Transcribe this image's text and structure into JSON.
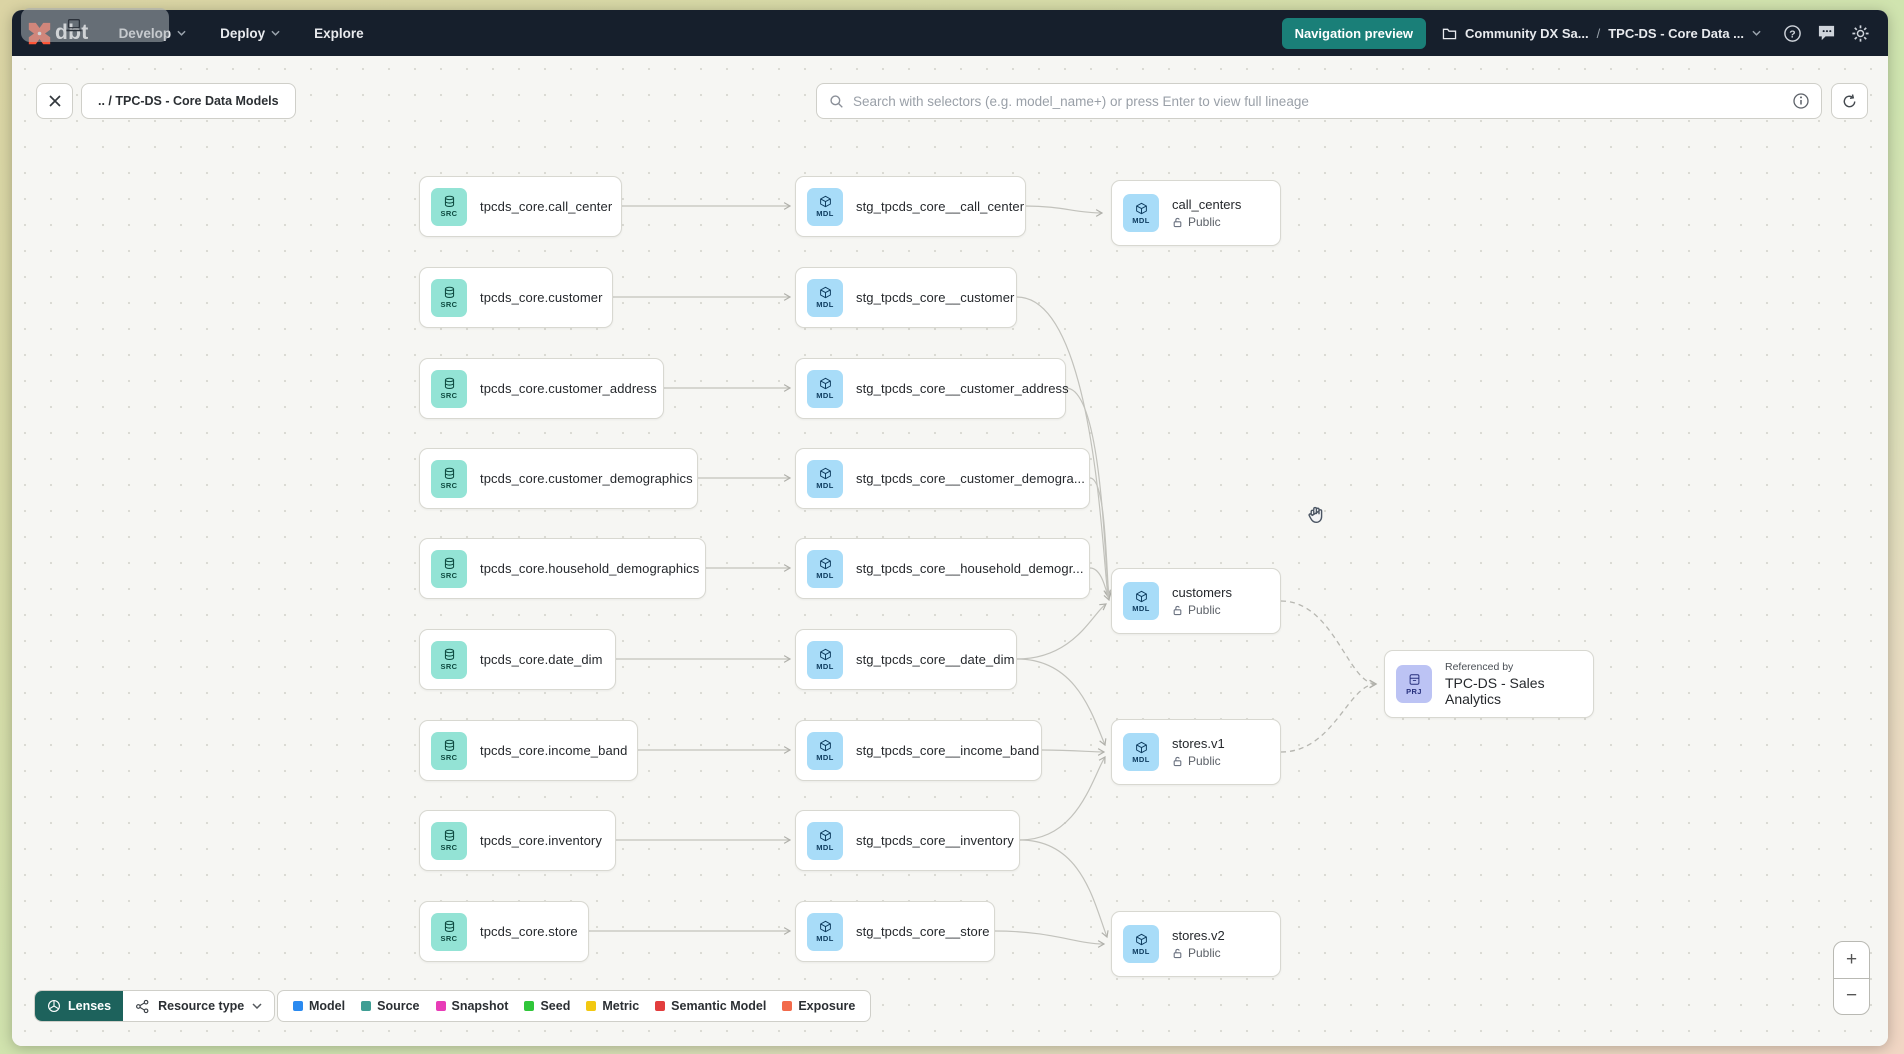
{
  "navbar": {
    "logo_text": "dbt",
    "menu_items": [
      {
        "label": "Develop"
      },
      {
        "label": "Deploy"
      },
      {
        "label": "Explore"
      }
    ],
    "nav_preview_label": "Navigation preview",
    "breadcrumb_project": "Community DX Sa...",
    "breadcrumb_separator": "/",
    "breadcrumb_page": "TPC-DS - Core Data ..."
  },
  "toolbar": {
    "lineage_breadcrumb": ".. / TPC-DS - Core Data Models",
    "search_placeholder": "Search with selectors (e.g. model_name+) or press Enter to view full lineage"
  },
  "graph": {
    "src_nodes": [
      {
        "badge": "SRC",
        "label": "tpcds_core.call_center"
      },
      {
        "badge": "SRC",
        "label": "tpcds_core.customer"
      },
      {
        "badge": "SRC",
        "label": "tpcds_core.customer_address"
      },
      {
        "badge": "SRC",
        "label": "tpcds_core.customer_demographics"
      },
      {
        "badge": "SRC",
        "label": "tpcds_core.household_demographics"
      },
      {
        "badge": "SRC",
        "label": "tpcds_core.date_dim"
      },
      {
        "badge": "SRC",
        "label": "tpcds_core.income_band"
      },
      {
        "badge": "SRC",
        "label": "tpcds_core.inventory"
      },
      {
        "badge": "SRC",
        "label": "tpcds_core.store"
      }
    ],
    "stg_nodes": [
      {
        "badge": "MDL",
        "label": "stg_tpcds_core__call_center"
      },
      {
        "badge": "MDL",
        "label": "stg_tpcds_core__customer"
      },
      {
        "badge": "MDL",
        "label": "stg_tpcds_core__customer_address"
      },
      {
        "badge": "MDL",
        "label": "stg_tpcds_core__customer_demogra..."
      },
      {
        "badge": "MDL",
        "label": "stg_tpcds_core__household_demogr..."
      },
      {
        "badge": "MDL",
        "label": "stg_tpcds_core__date_dim"
      },
      {
        "badge": "MDL",
        "label": "stg_tpcds_core__income_band"
      },
      {
        "badge": "MDL",
        "label": "stg_tpcds_core__inventory"
      },
      {
        "badge": "MDL",
        "label": "stg_tpcds_core__store"
      }
    ],
    "public_nodes": [
      {
        "badge": "MDL",
        "label": "call_centers",
        "access": "Public"
      },
      {
        "badge": "MDL",
        "label": "customers",
        "access": "Public"
      },
      {
        "badge": "MDL",
        "label": "stores.v1",
        "access": "Public"
      },
      {
        "badge": "MDL",
        "label": "stores.v2",
        "access": "Public"
      }
    ],
    "project_node": {
      "badge": "PRJ",
      "title": "Referenced by",
      "label": "TPC-DS - Sales Analytics"
    }
  },
  "footer": {
    "lenses_label": "Lenses",
    "resource_type_label": "Resource type",
    "legend": [
      {
        "label": "Model",
        "color": "#2a8af0"
      },
      {
        "label": "Source",
        "color": "#3f9e94"
      },
      {
        "label": "Snapshot",
        "color": "#e83cb7"
      },
      {
        "label": "Seed",
        "color": "#30c63a"
      },
      {
        "label": "Metric",
        "color": "#f2c811"
      },
      {
        "label": "Semantic Model",
        "color": "#e23d3d"
      },
      {
        "label": "Exposure",
        "color": "#f26a4b"
      }
    ]
  },
  "zoom_controls": {
    "zoom_in": "+",
    "zoom_out": "−"
  },
  "colors": {
    "navbar_bg": "#161f2c",
    "accent_teal": "#1a7f78",
    "src_tile": "#93e3d5",
    "mdl_tile": "#a8dcf8",
    "prj_tile": "#bcc3f4",
    "edge": "#c2c2bc"
  }
}
